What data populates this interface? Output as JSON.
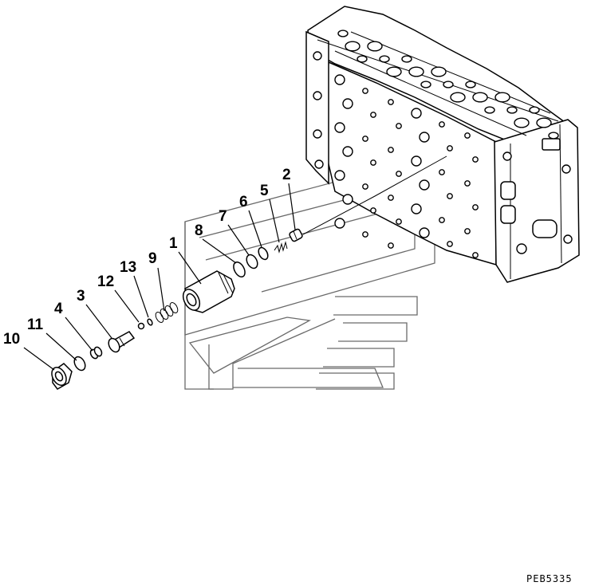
{
  "diagram": {
    "drawing_code": "PEB5335",
    "callouts": [
      {
        "id": "c10",
        "label": "10"
      },
      {
        "id": "c11",
        "label": "11"
      },
      {
        "id": "c4",
        "label": "4"
      },
      {
        "id": "c3",
        "label": "3"
      },
      {
        "id": "c12",
        "label": "12"
      },
      {
        "id": "c13",
        "label": "13"
      },
      {
        "id": "c9",
        "label": "9"
      },
      {
        "id": "c1",
        "label": "1"
      },
      {
        "id": "c8",
        "label": "8"
      },
      {
        "id": "c7",
        "label": "7"
      },
      {
        "id": "c6",
        "label": "6"
      },
      {
        "id": "c5",
        "label": "5"
      },
      {
        "id": "c2",
        "label": "2"
      }
    ]
  }
}
